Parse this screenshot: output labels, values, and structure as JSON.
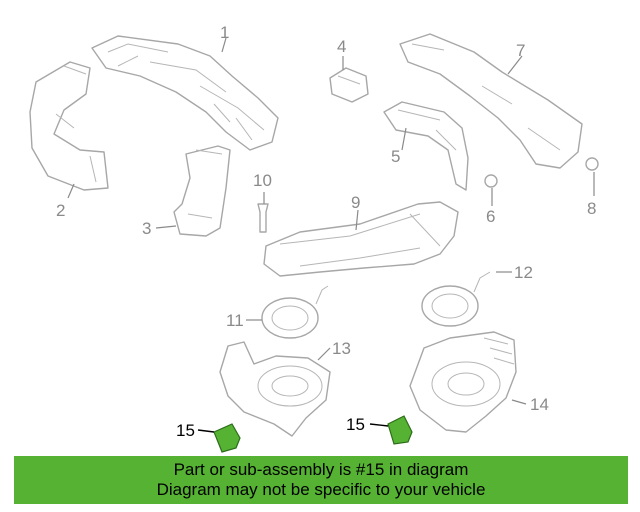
{
  "diagram": {
    "callouts": [
      "1",
      "2",
      "3",
      "4",
      "5",
      "6",
      "7",
      "8",
      "9",
      "10",
      "11",
      "12",
      "13",
      "14"
    ],
    "highlight_callouts": [
      "15",
      "15"
    ]
  },
  "banner": {
    "line1": "Part or sub-assembly is #15 in diagram",
    "line2": "Diagram may not be specific to your vehicle"
  },
  "colors": {
    "highlight": "#55b233",
    "line": "#a7a7a7",
    "callout_text": "#8a8a8a"
  }
}
